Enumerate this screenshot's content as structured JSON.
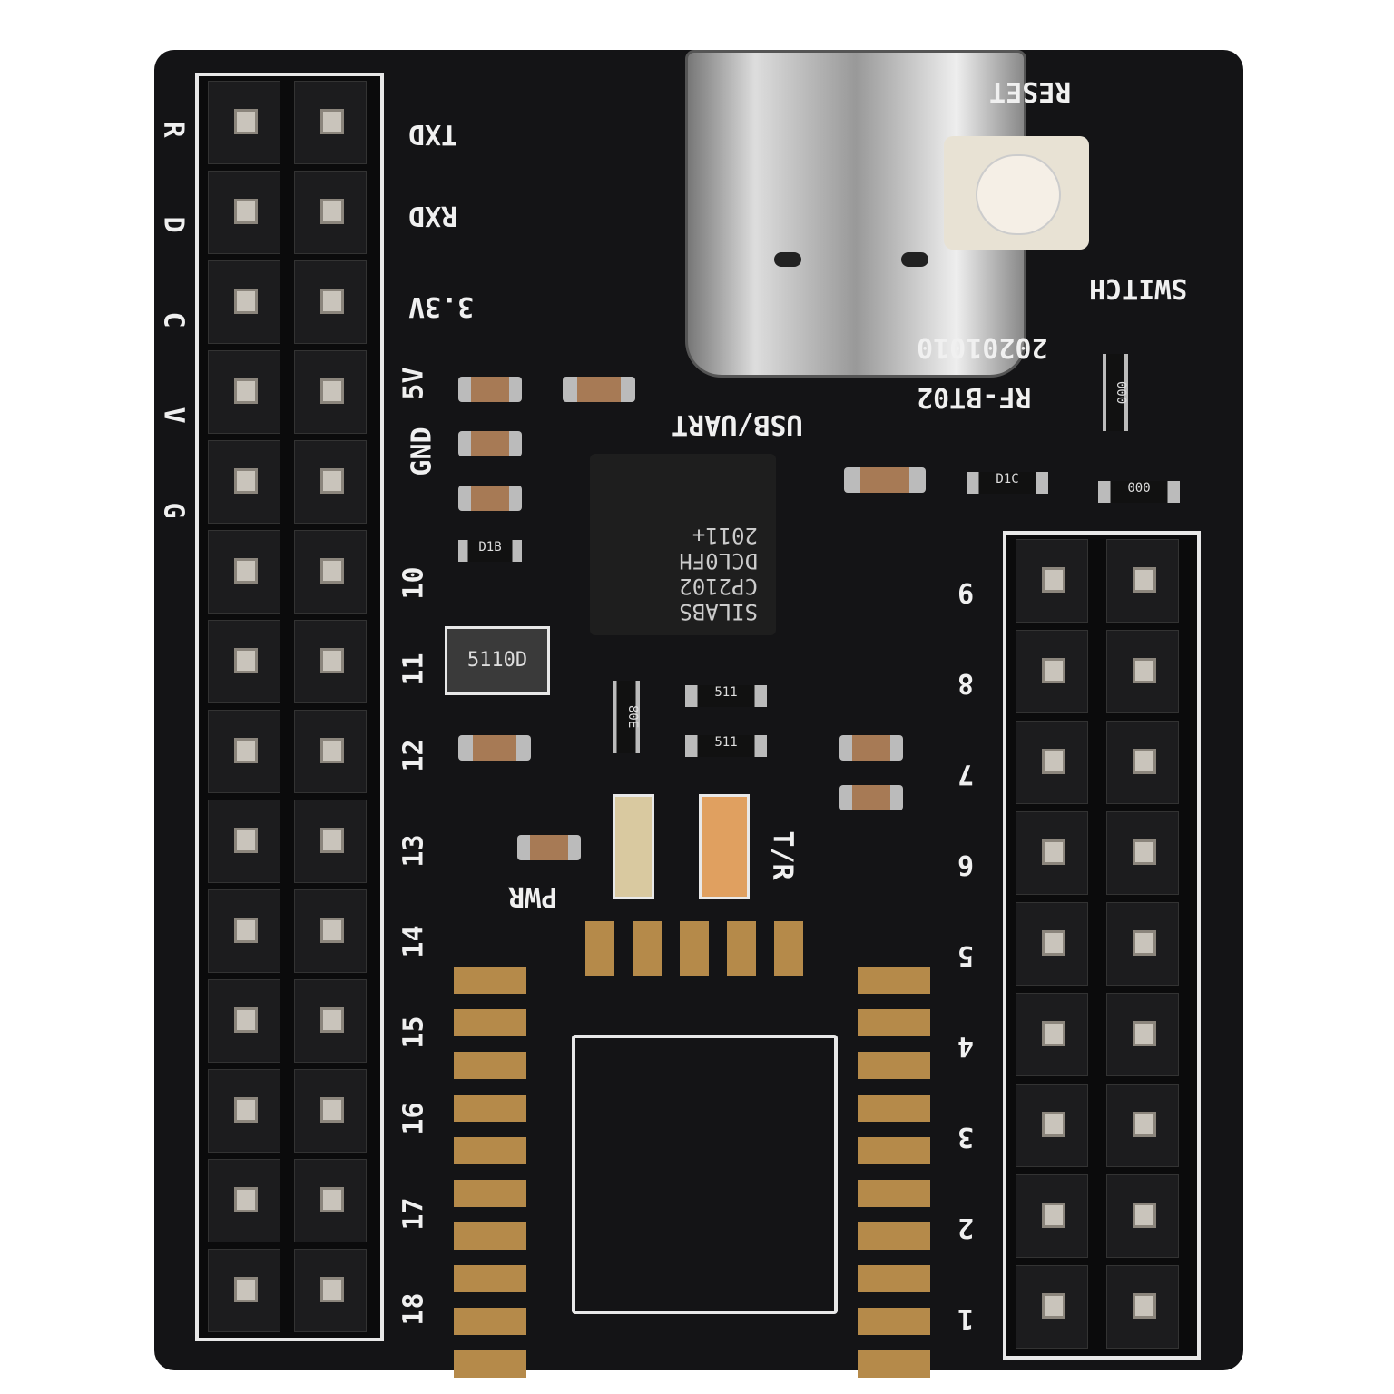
{
  "board": {
    "left_vertical_labels": [
      "R",
      "D",
      "C",
      "V",
      "G"
    ],
    "left_labels": [
      "TXD",
      "RXD",
      "3.3V",
      "5V",
      "GND",
      "10",
      "11",
      "12",
      "13",
      "14",
      "15",
      "16",
      "17",
      "18"
    ],
    "right_labels": [
      "9",
      "8",
      "7",
      "6",
      "5",
      "4",
      "3",
      "2",
      "1"
    ],
    "usb_uart": "USB/UART",
    "reset": "RESET",
    "switch": "SWITCH",
    "date": "20201010",
    "model": "RF-BT02",
    "chip": {
      "line1": "SILABS",
      "line2": "CP2102",
      "line3": "DCL0FH",
      "line4": "2011+"
    },
    "regulator": "5110D",
    "pwr": "PWR",
    "tr": "T/R",
    "resistors": [
      "D1B",
      "80E",
      "511",
      "511",
      "D1C",
      "000",
      "000"
    ],
    "colors": {
      "pcb": "#141416",
      "silkscreen": "#f0f0f0",
      "gold": "#b58a4a"
    }
  }
}
